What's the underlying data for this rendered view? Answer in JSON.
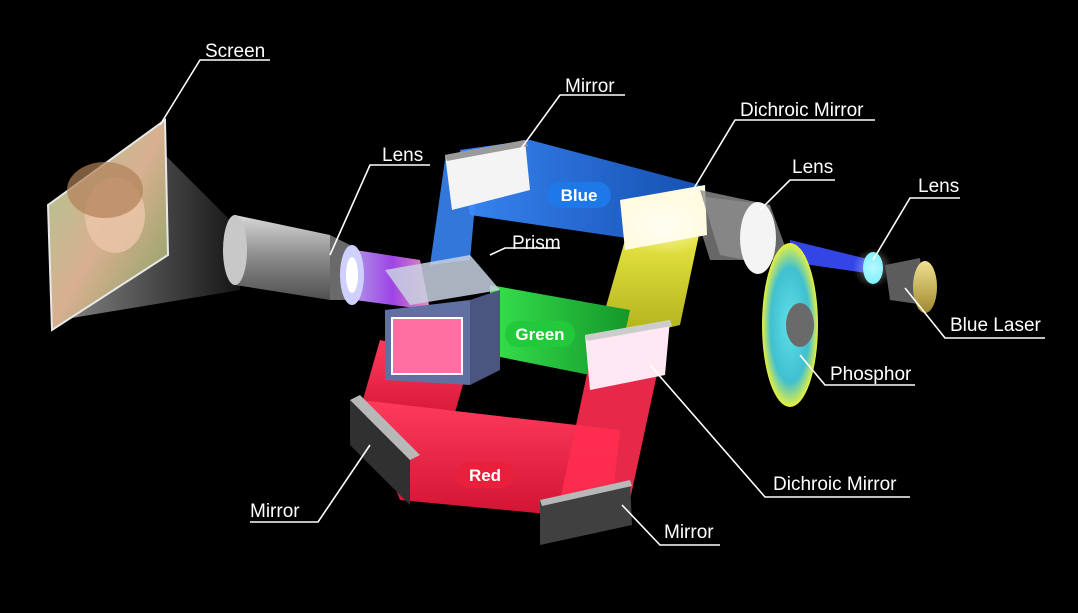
{
  "labels": {
    "screen": "Screen",
    "mirror_top": "Mirror",
    "dichroic_top": "Dichroic Mirror",
    "lens_projection": "Lens",
    "lens_condenser": "Lens",
    "lens_laser": "Lens",
    "prism": "Prism",
    "blue_laser": "Blue Laser",
    "phosphor": "Phosphor",
    "dichroic_bottom": "Dichroic Mirror",
    "mirror_bottom_left": "Mirror",
    "mirror_bottom_right": "Mirror"
  },
  "beams": {
    "blue": "Blue",
    "green": "Green",
    "red": "Red"
  },
  "colors": {
    "blue": "#2f7fff",
    "green": "#22c93a",
    "red": "#e8203c",
    "yellow": "#f2f23a",
    "laser": "#3a4cff"
  }
}
